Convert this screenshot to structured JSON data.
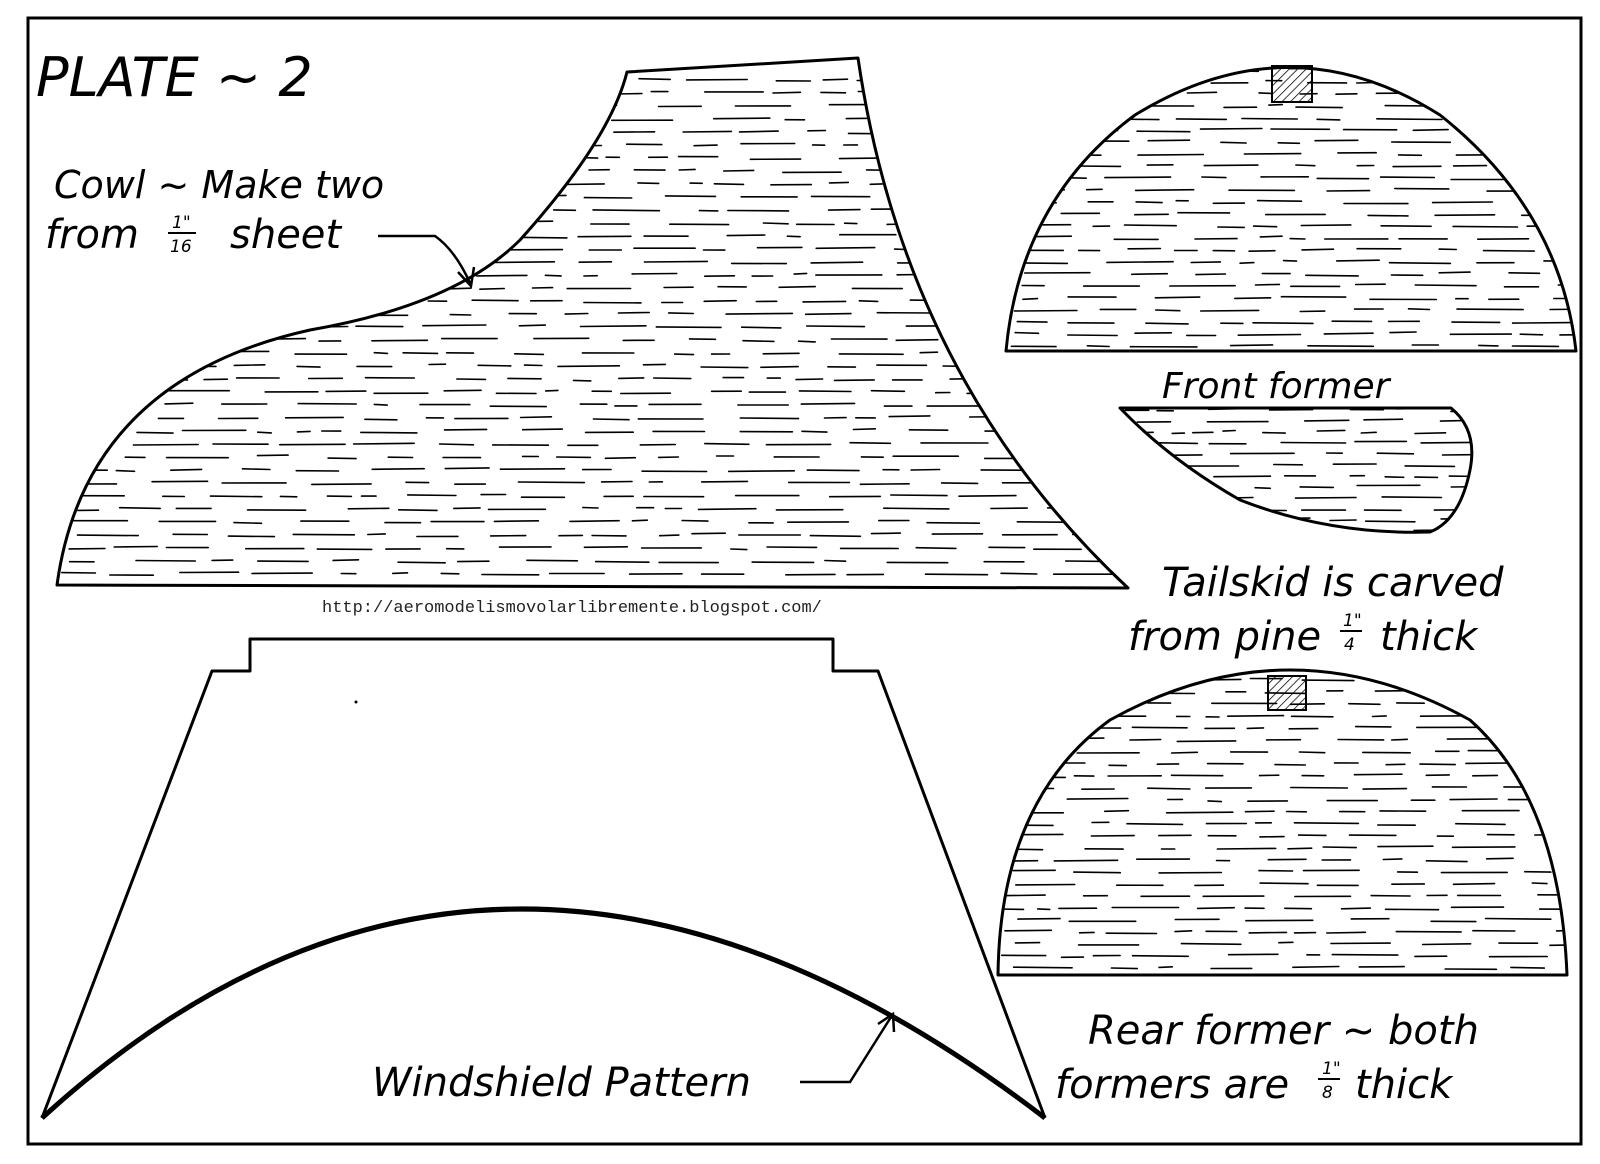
{
  "plate_title": "PLATE ~ 2",
  "cowl": {
    "label_line1": "Cowl ~ Make two",
    "label_line2_prefix": "from",
    "label_line2_fraction_num": "1\"",
    "label_line2_fraction_den": "16",
    "label_line2_suffix": "sheet"
  },
  "front_former": {
    "label": "Front former"
  },
  "tailskid": {
    "label_line1": "Tailskid is carved",
    "label_line2_prefix": "from pine",
    "label_line2_fraction_num": "1\"",
    "label_line2_fraction_den": "4",
    "label_line2_suffix": "thick"
  },
  "rear_former": {
    "label_line1": "Rear former ~ both",
    "label_line2_prefix": "formers are",
    "label_line2_fraction_num": "1\"",
    "label_line2_fraction_den": "8",
    "label_line2_suffix": "thick"
  },
  "windshield": {
    "label": "Windshield Pattern"
  },
  "source_url": "http://aeromodelismovolarlibremente.blogspot.com/",
  "colors": {
    "ink": "#000000",
    "paper": "#ffffff"
  }
}
